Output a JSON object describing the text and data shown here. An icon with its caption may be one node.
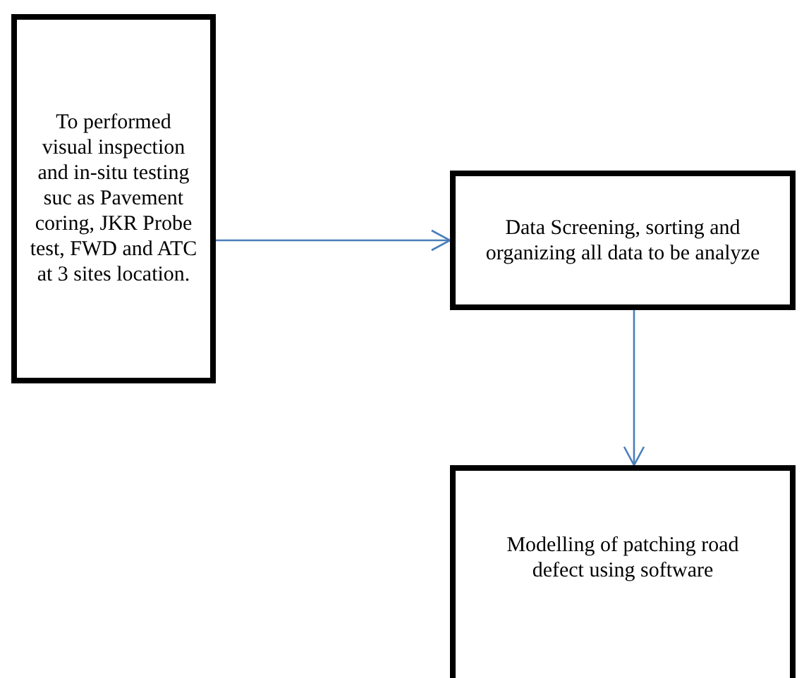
{
  "diagram": {
    "nodes": [
      {
        "text": [
          "To performed visual inspection and  in-situ testing suc as Pavement coring, JKR Probe test, FWD and ATC at  3 sites location."
        ]
      },
      {
        "text": [
          "Data Screening, sorting and organizing all data to be analyze"
        ]
      },
      {
        "text": [
          "Modelling of patching road defect using software"
        ]
      }
    ],
    "edges": [
      {
        "from": 0,
        "to": 1,
        "arrow": "to"
      },
      {
        "from": 1,
        "to": 2,
        "arrow": "to"
      }
    ]
  }
}
